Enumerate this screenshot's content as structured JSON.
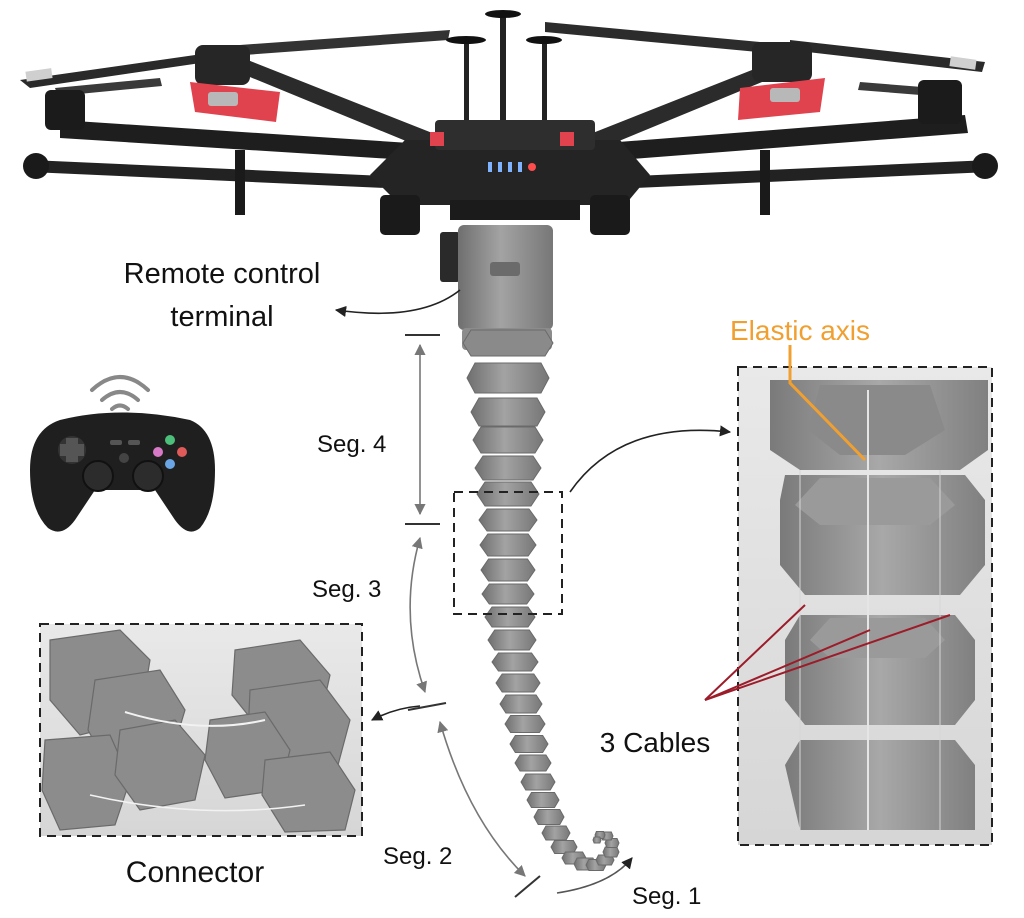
{
  "labels": {
    "remote_line1": "Remote control",
    "remote_line2": "terminal",
    "elastic_axis": "Elastic axis",
    "seg4": "Seg. 4",
    "seg3": "Seg. 3",
    "seg2": "Seg. 2",
    "seg1": "Seg. 1",
    "cables": "3 Cables",
    "connector": "Connector"
  },
  "colors": {
    "accent": "#f0a030",
    "cable": "#9c1c2a",
    "motor_red": "#e0434e",
    "module_gray": "#8f8f8f",
    "frame_black": "#1d1d1d"
  },
  "icons": [
    "drone",
    "tail-robot",
    "gamepad-icon",
    "wifi-icon",
    "connector-photo",
    "zoom-detail-photo"
  ]
}
